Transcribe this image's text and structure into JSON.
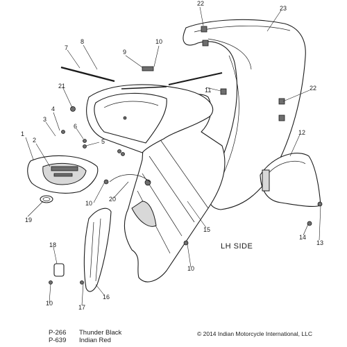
{
  "callouts": {
    "c1": "1",
    "c2": "2",
    "c3": "3",
    "c4": "4",
    "c5": "5",
    "c6": "6",
    "c7": "7",
    "c8": "8",
    "c9": "9",
    "c10a": "10",
    "c10b": "10",
    "c10c": "10",
    "c10d": "10",
    "c11": "11",
    "c12": "12",
    "c13": "13",
    "c14": "14",
    "c15": "15",
    "c16": "16",
    "c17": "17",
    "c18": "18",
    "c19": "19",
    "c20": "20",
    "c21": "21",
    "c22a": "22",
    "c22b": "22",
    "c23": "23"
  },
  "side_label": "LH SIDE",
  "color_codes": [
    {
      "code": "P-266",
      "name": "Thunder Black"
    },
    {
      "code": "P-639",
      "name": "Indian Red"
    }
  ],
  "copyright": "© 2014 Indian Motorcycle International, LLC"
}
